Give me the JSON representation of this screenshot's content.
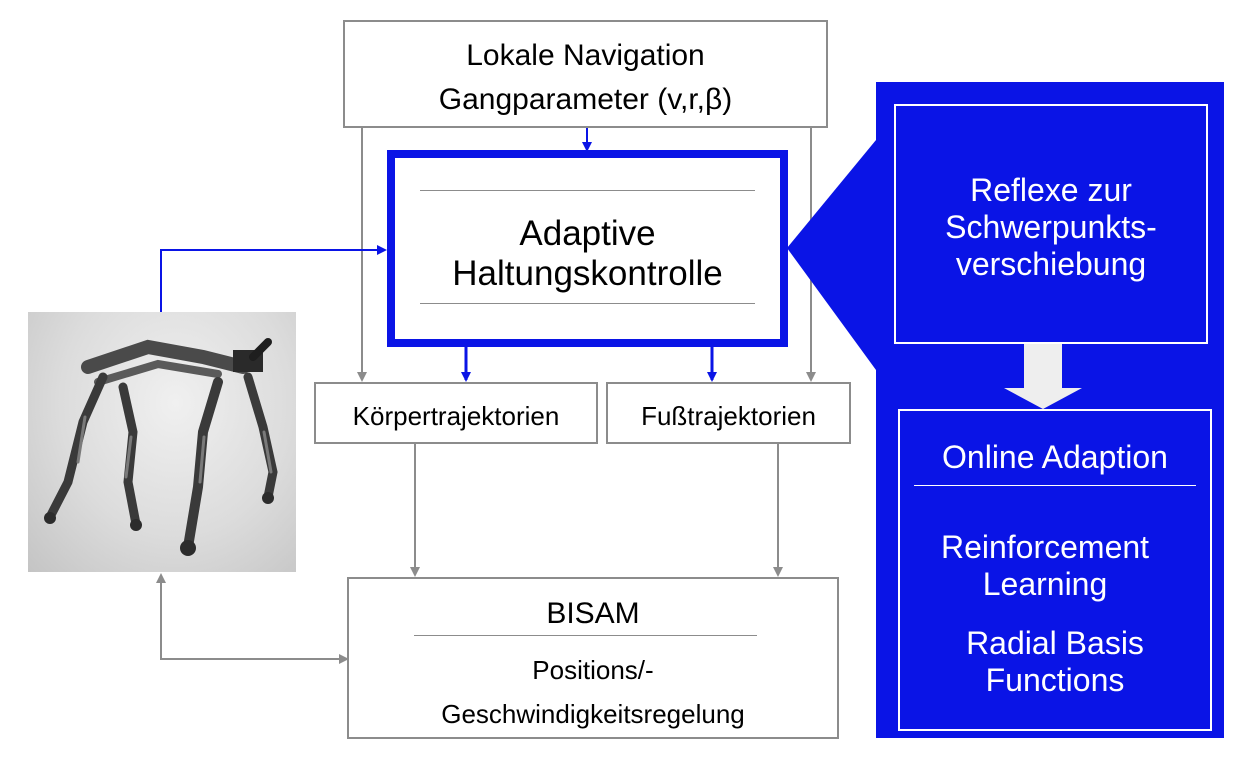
{
  "nav": {
    "line1": "Lokale Navigation",
    "line2": "Gangparameter (v,r,β)"
  },
  "adaptive": {
    "line1": "Adaptive",
    "line2": "Haltungskontrolle"
  },
  "body_traj": "Körpertrajektorien",
  "foot_traj": "Fußtrajektorien",
  "bisam": {
    "title": "BISAM",
    "line1": "Positions/-",
    "line2": "Geschwindigkeitsregelung"
  },
  "panel": {
    "reflex_line1": "Reflexe zur",
    "reflex_line2": "Schwerpunkts-",
    "reflex_line3": "verschiebung",
    "online": "Online Adaption",
    "rl_line1": "Reinforcement",
    "rl_line2": "Learning",
    "rbf_line1": "Radial Basis",
    "rbf_line2": "Functions"
  },
  "colors": {
    "blue": "#0a14e6",
    "gray_line": "#8c8c8c"
  },
  "icons": {
    "robot_photo": "quadruped-robot-photo"
  }
}
